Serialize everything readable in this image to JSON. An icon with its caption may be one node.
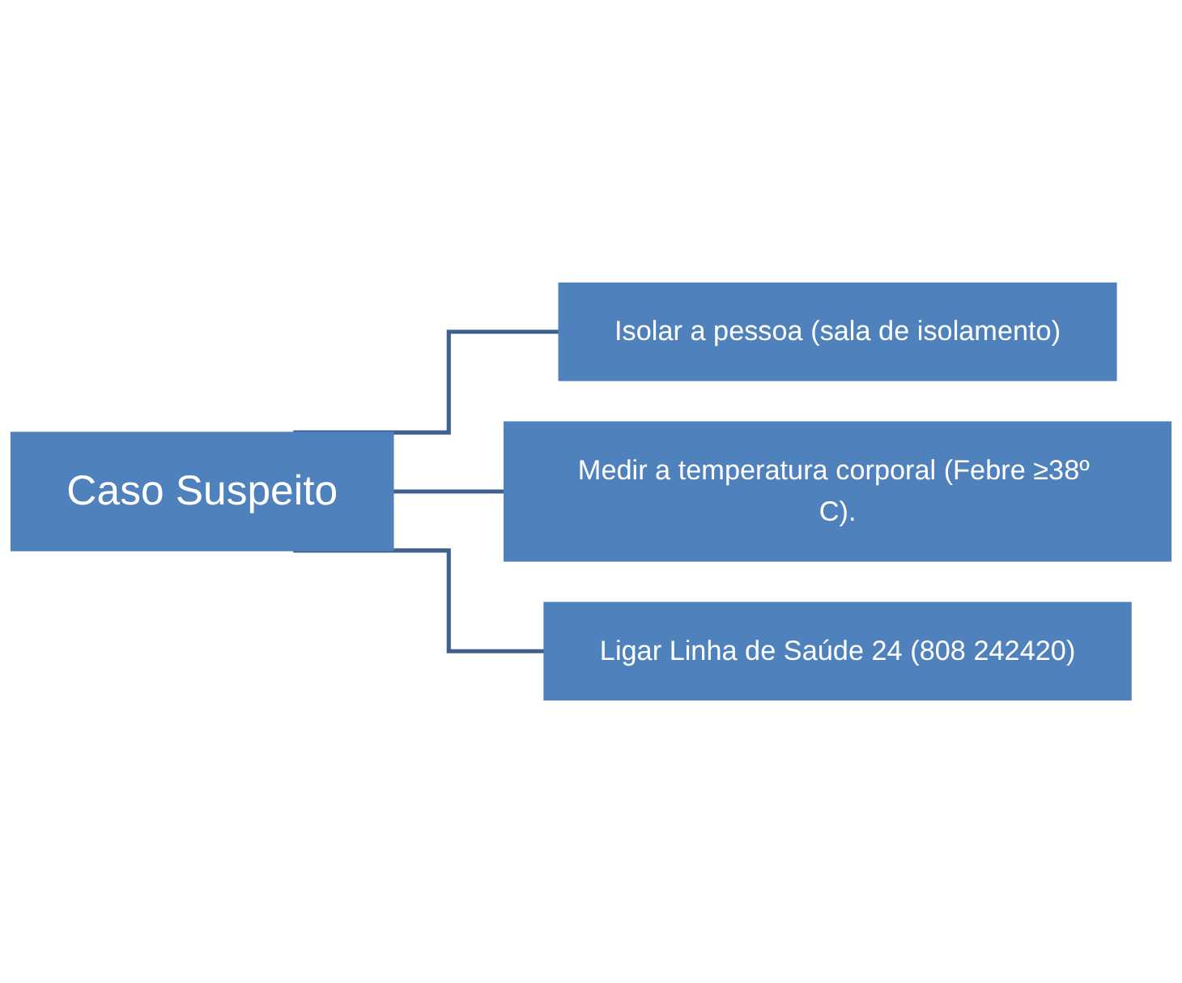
{
  "diagram": {
    "nodes": [
      {
        "text": [
          "Caso Suspeito"
        ]
      },
      {
        "text": [
          "Isolar a pessoa (sala de isolamento)"
        ]
      },
      {
        "text": [
          "Medir a temperatura corporal (Febre ≥38º C)."
        ]
      },
      {
        "text": [
          "Ligar Linha de Saúde 24 (808 242420)"
        ]
      }
    ],
    "edges": [
      {
        "from": 0,
        "to": 1,
        "arrow": "none"
      },
      {
        "from": 0,
        "to": 2,
        "arrow": "none"
      },
      {
        "from": 0,
        "to": 3,
        "arrow": "none"
      }
    ]
  }
}
